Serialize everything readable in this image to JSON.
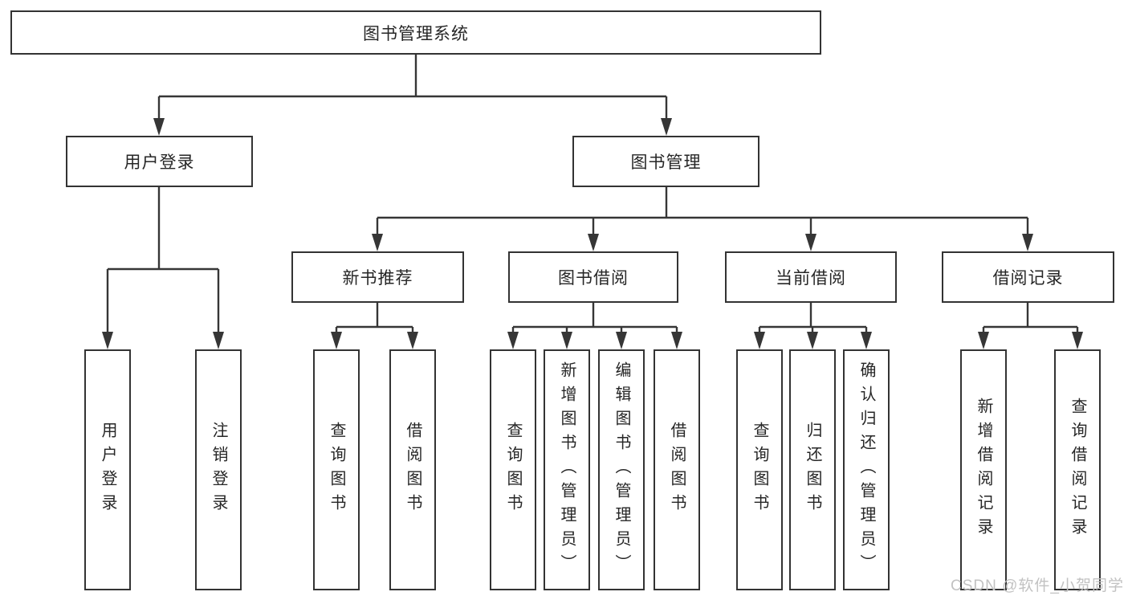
{
  "colors": {
    "line": "#363636",
    "box_border": "#333333",
    "text": "#262626",
    "watermark": "#c2c2c2",
    "background": "#ffffff"
  },
  "diagram": {
    "root": "图书管理系统",
    "level2": [
      {
        "label": "用户登录",
        "leaves": [
          "用户登录",
          "注销登录"
        ]
      },
      {
        "label": "图书管理",
        "level3": [
          {
            "label": "新书推荐",
            "leaves": [
              "查询图书",
              "借阅图书"
            ]
          },
          {
            "label": "图书借阅",
            "leaves": [
              "查询图书",
              "新增图书（管理员）",
              "编辑图书（管理员）",
              "借阅图书"
            ]
          },
          {
            "label": "当前借阅",
            "leaves": [
              "查询图书",
              "归还图书",
              "确认归还（管理员）"
            ]
          },
          {
            "label": "借阅记录",
            "leaves": [
              "新增借阅记录",
              "查询借阅记录"
            ]
          }
        ]
      }
    ]
  },
  "watermark": {
    "text": "CSDN @软件_小贺同学"
  }
}
